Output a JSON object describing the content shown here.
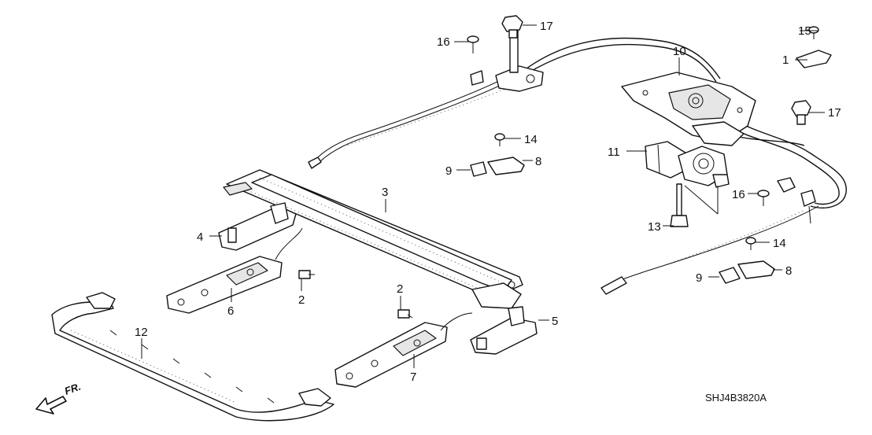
{
  "diagram": {
    "code": "SHJ4B3820A",
    "direction_label": "FR.",
    "callouts": {
      "c1": "1",
      "c2a": "2",
      "c2b": "2",
      "c3": "3",
      "c4": "4",
      "c5": "5",
      "c6": "6",
      "c7": "7",
      "c8a": "8",
      "c8b": "8",
      "c9a": "9",
      "c9b": "9",
      "c10": "10",
      "c11": "11",
      "c12": "12",
      "c13": "13",
      "c14a": "14",
      "c14b": "14",
      "c15": "15",
      "c16a": "16",
      "c16b": "16",
      "c17a": "17",
      "c17b": "17"
    },
    "colors": {
      "ink": "#111111",
      "paper": "#ffffff",
      "shade": "#e6e6e6"
    }
  }
}
